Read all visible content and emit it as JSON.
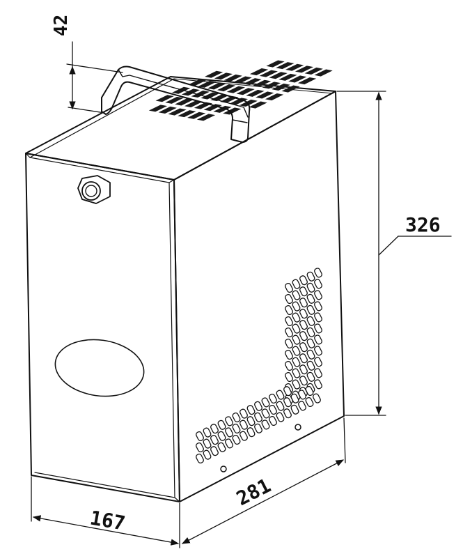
{
  "dimensions": {
    "height_top": "42",
    "height_total": "326",
    "width_front": "167",
    "depth_side": "281"
  }
}
